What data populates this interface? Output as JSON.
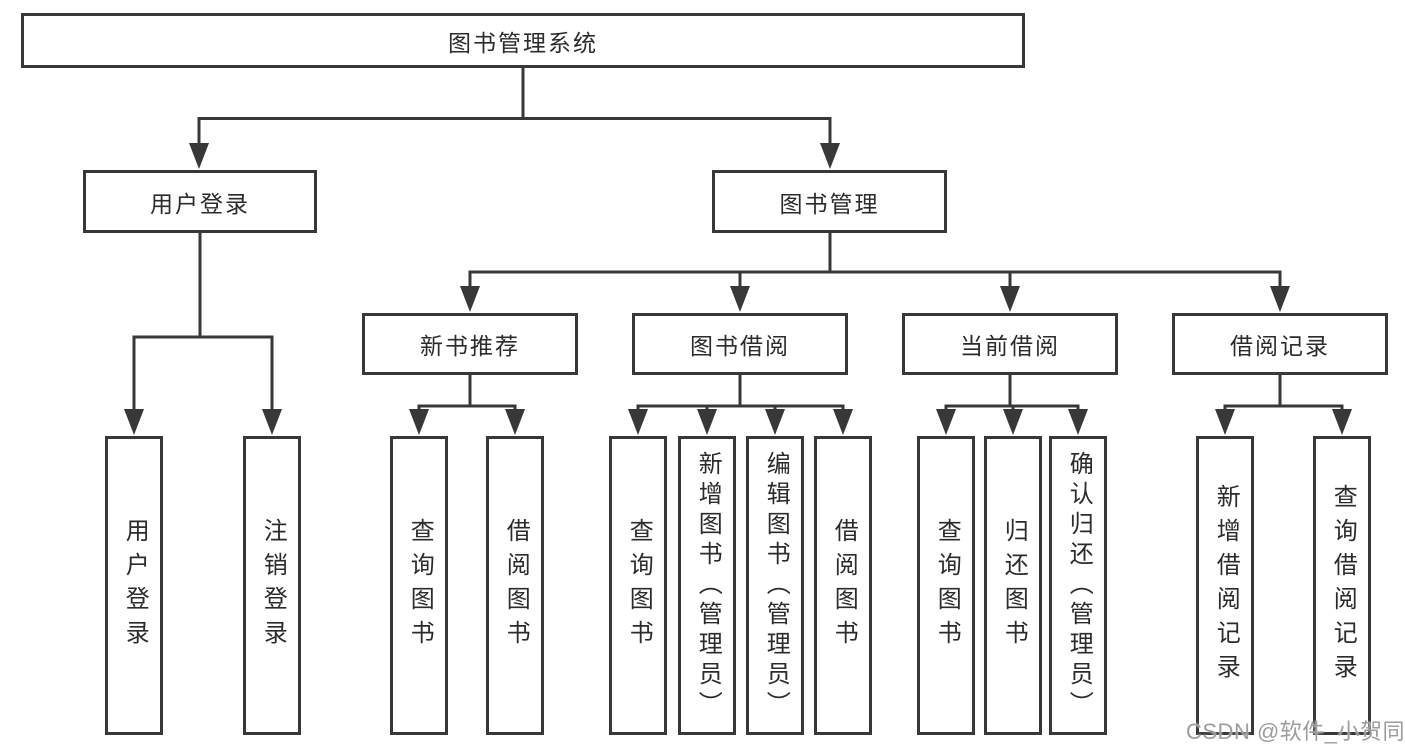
{
  "tree": {
    "label": "图书管理系统",
    "children": [
      {
        "label": "用户登录",
        "children": [
          {
            "label": "用户登录"
          },
          {
            "label": "注销登录"
          }
        ]
      },
      {
        "label": "图书管理",
        "children": [
          {
            "label": "新书推荐",
            "children": [
              {
                "label": "查询图书"
              },
              {
                "label": "借阅图书"
              }
            ]
          },
          {
            "label": "图书借阅",
            "children": [
              {
                "label": "查询图书"
              },
              {
                "label": "新增图书（管理员）"
              },
              {
                "label": "编辑图书（管理员）"
              },
              {
                "label": "借阅图书"
              }
            ]
          },
          {
            "label": "当前借阅",
            "children": [
              {
                "label": "查询图书"
              },
              {
                "label": "归还图书"
              },
              {
                "label": "确认归还（管理员）"
              }
            ]
          },
          {
            "label": "借阅记录",
            "children": [
              {
                "label": "新增借阅记录"
              },
              {
                "label": "查询借阅记录"
              }
            ]
          }
        ]
      }
    ]
  },
  "watermark": "CSDN @软件_小贺同学",
  "colors": {
    "line": "#383838",
    "text": "#2b2b2b",
    "watermark": "#9c9c9c",
    "background": "#ffffff"
  }
}
